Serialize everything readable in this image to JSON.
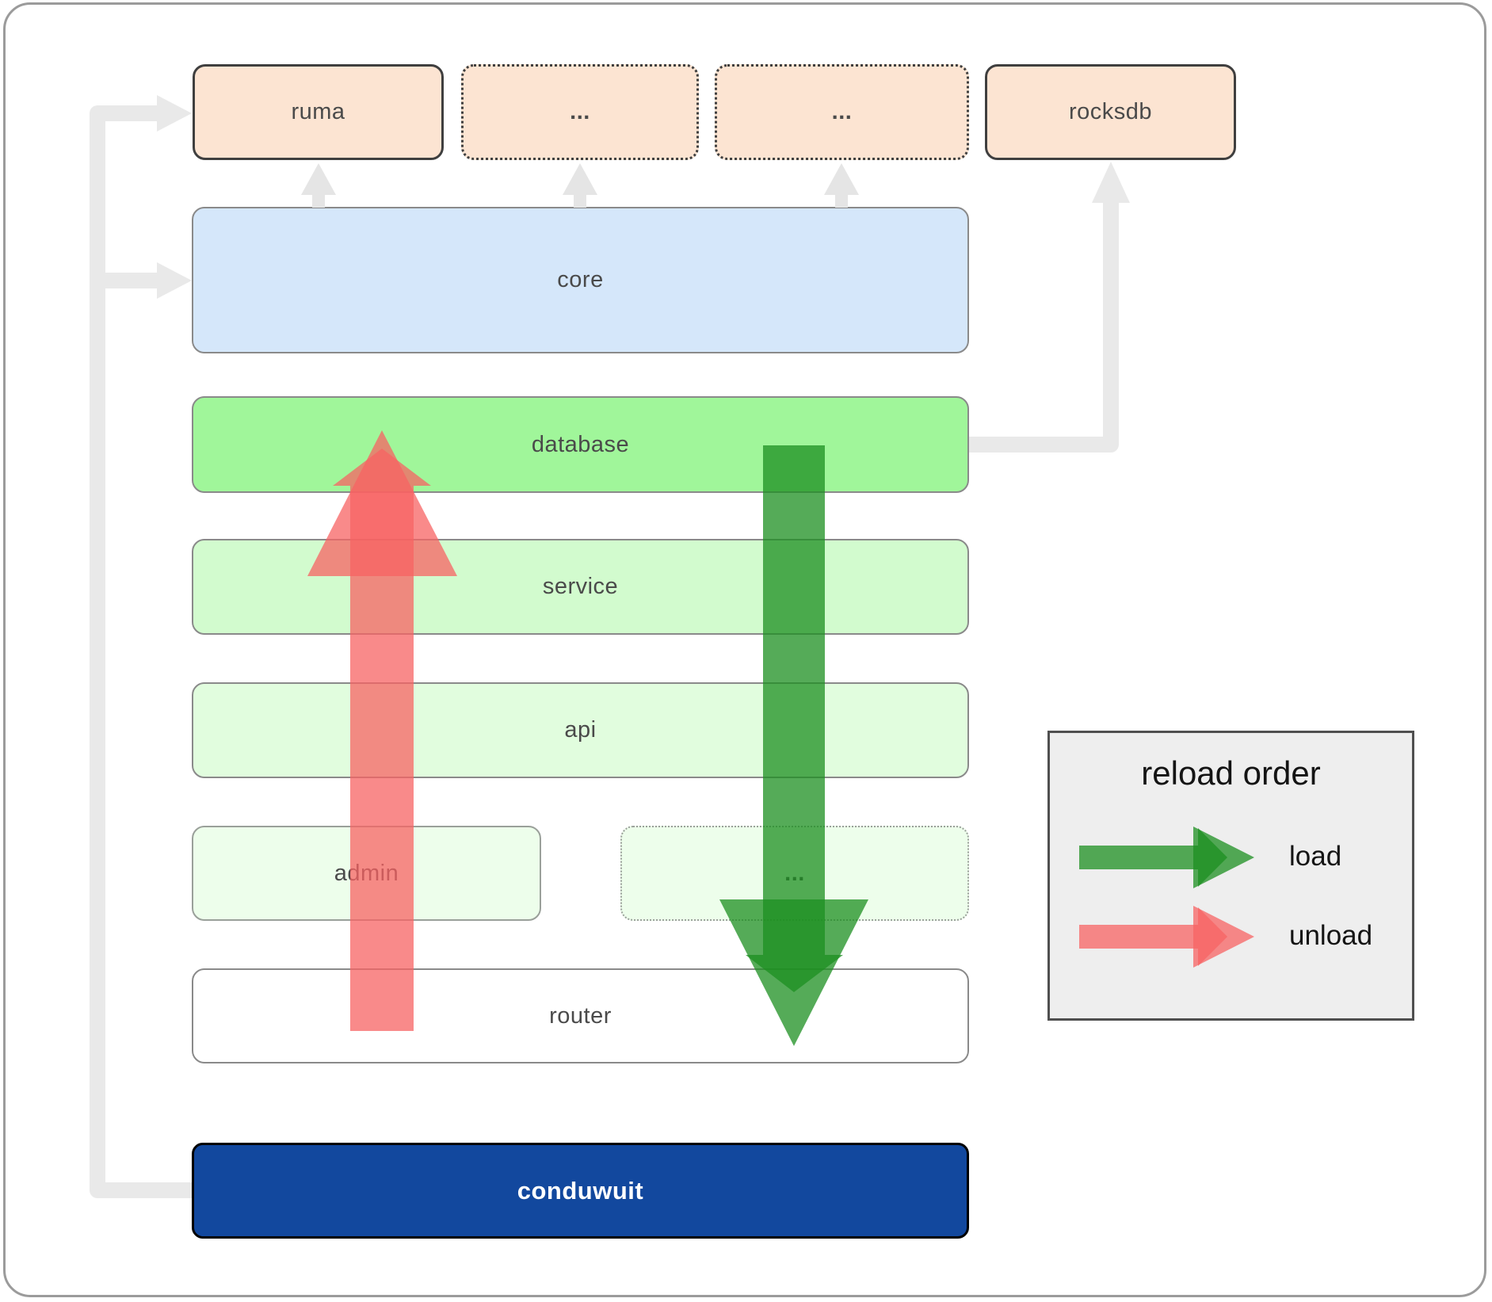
{
  "boxes": {
    "ruma": "ruma",
    "ellipsis_top_1": "...",
    "ellipsis_top_2": "...",
    "rocksdb": "rocksdb",
    "core": "core",
    "database": "database",
    "service": "service",
    "api": "api",
    "admin": "admin",
    "ellipsis_admin": "...",
    "router": "router",
    "conduwuit": "conduwuit"
  },
  "legend": {
    "title": "reload order",
    "items": [
      {
        "label": "load",
        "arrow_color": "#1c8f20"
      },
      {
        "label": "unload",
        "arrow_color": "#f76363"
      }
    ]
  },
  "colors": {
    "peach_fill": "#fce4d2",
    "core_fill": "#d5e7fa",
    "database_fill": "#a0f69a",
    "service_fill": "#d2fbce",
    "api_fill": "#e1fdde",
    "admin_fill": "#edfeeb",
    "router_fill": "#ffffff",
    "conduwuit_fill": "#12489e",
    "connector_gray": "#e9e9e9",
    "load_arrow_green": "#1c8f20",
    "unload_arrow_red": "#f76363",
    "legend_bg": "#eeeeee"
  }
}
